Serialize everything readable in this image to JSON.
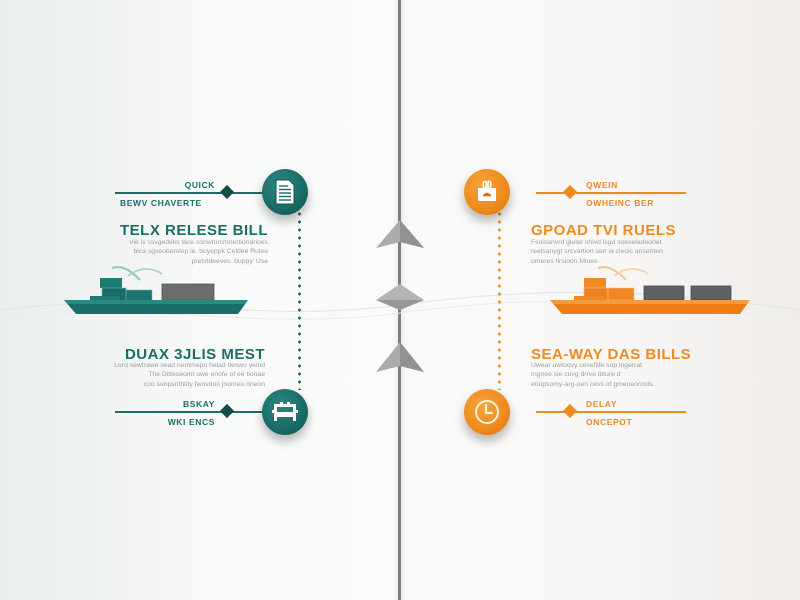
{
  "colors": {
    "teal": "#1a6e68",
    "teal_dark": "#124f4b",
    "orange": "#ef8a1e",
    "orange_text": "#e58a2a",
    "divider": "#7c7d7e",
    "container_gray": "#5f6062"
  },
  "left": {
    "top_item": {
      "icon": "document-icon",
      "label_above": "QUICK",
      "label_below": "BEWV CHAVERTE",
      "title": "TELX RELESE BILL",
      "body": [
        "Vie is  ssvgedeks lace conwtorcmnertionarioes",
        "bica sgxeoberslop ie.  boyeppk  Celdee Rulee",
        "pretvtdeeves. buppy' Use"
      ]
    },
    "ship": {
      "name": "teal-cargo-ship"
    },
    "bottom_item": {
      "icon": "gate-icon",
      "title": "DUAX 3JLIS MEST",
      "body": [
        "Lord sewtrawe sead nemmepo helad tleswo yeind",
        "The Ditteseomt uwe enofe of ee tionae",
        "coo sunpsrithtity  fwovdoo jnomeo rineon"
      ],
      "label_above": "BSKAY",
      "label_below": "WKI ENCS"
    }
  },
  "right": {
    "top_item": {
      "icon": "clipboard-icon",
      "label_above": "QWEIN",
      "label_below": "OWHEINC BER",
      "title": "GPOAD TVI RUELS",
      "body": [
        "Fsoisanvrd gleter shivd lsgd soeseladeortet",
        "reelsanygt srcvartion sen ia cieoic ansenten",
        "omeres firsioon.Mlues"
      ]
    },
    "ship": {
      "name": "orange-cargo-ship"
    },
    "bottom_item": {
      "icon": "clock-icon",
      "title": "SEA-WAY DAS BILLS",
      "body": [
        "Uwear uwtoovy cesefilfe sop ingerrat",
        "mgnee sie cuvg drrve ibture d",
        "enopsomy-arg-oen cevs of gmeoeorosts."
      ],
      "label_above": "DELAY",
      "label_below": "ONCEPOT"
    }
  },
  "center": {
    "arrows": [
      "up-arrow-1",
      "diamond-marker",
      "up-arrow-2"
    ]
  }
}
